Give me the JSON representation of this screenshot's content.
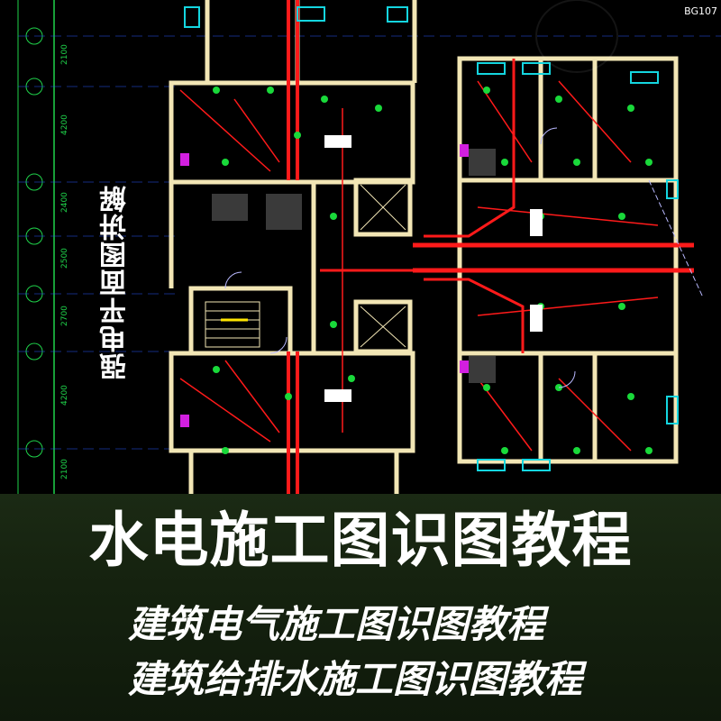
{
  "product_code": "BG107",
  "vertical_title": "强电平面图讲解",
  "main_title": "水电施工图识图教程",
  "subtitle_1": "建筑电气施工图识图教程",
  "subtitle_2": "建筑给排水施工图识图教程",
  "axis_dims": [
    "2100",
    "4200",
    "2400",
    "2500",
    "2700",
    "4200",
    "2100"
  ],
  "colors": {
    "wire": "#ff1a1a",
    "wall": "#f2e6b5",
    "device": "#19d93a",
    "door": "#b9b9ff",
    "cyan": "#14d6e0",
    "grid": "#3b64ff"
  }
}
